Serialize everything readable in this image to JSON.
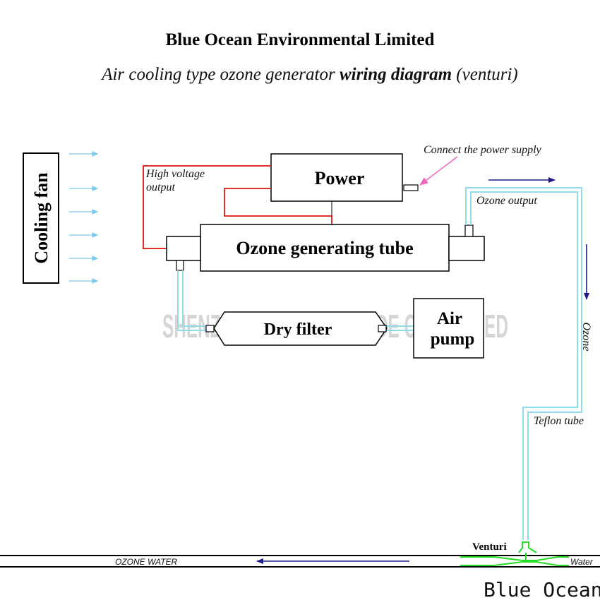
{
  "header": {
    "company": "Blue Ocean Environmental Limited",
    "subtitle_a": "Air cooling type ozone generator ",
    "subtitle_b": "wiring diagram",
    "subtitle_c": " (venturi)"
  },
  "components": {
    "cooling_fan": "Cooling fan",
    "power": "Power",
    "ozone_tube": "Ozone generating tube",
    "dry_filter": "Dry filter",
    "air_pump_line1": "Air",
    "air_pump_line2": "pump",
    "venturi": "Venturi"
  },
  "labels": {
    "high_voltage_line1": "High voltage",
    "high_voltage_line2": "output",
    "connect_power": "Connect the power supply",
    "ozone_output": "Ozone output",
    "ozone_flow": "Ozone",
    "teflon_tube": "Teflon tube",
    "ozone_water": "OZONE WATER",
    "water": "Water"
  },
  "watermark": "SHENZHEN DARREN TRADE CO.,LIMITED",
  "brand": "Blue Ocean",
  "colors": {
    "wire": "#e0302e",
    "tube": "#8fdcec",
    "flow_arrow": "#1a1a8c",
    "venturi": "#22dd22",
    "pointer": "#ee66bb",
    "fan_arrow": "#7ec8ec"
  }
}
